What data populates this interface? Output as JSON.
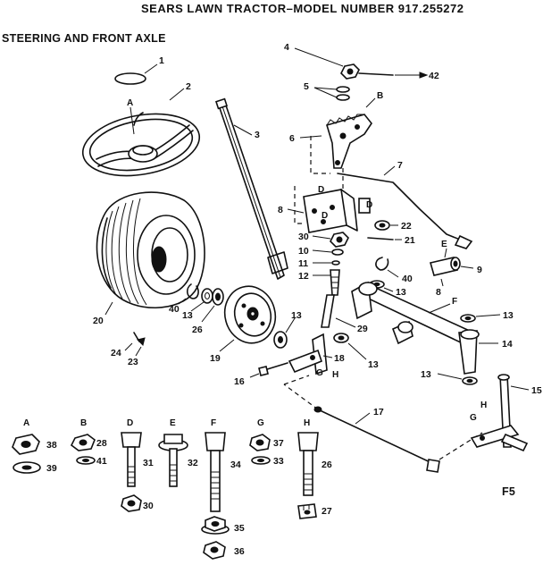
{
  "title": "SEARS LAWN TRACTOR–MODEL NUMBER 917.255272",
  "section": "STEERING AND FRONT AXLE",
  "figure_id": "F5",
  "callouts": {
    "c1": "1",
    "c2": "2",
    "c3": "3",
    "c4": "4",
    "c5": "5",
    "c6": "6",
    "c7": "7",
    "c8": "8",
    "c9": "9",
    "c10": "10",
    "c11": "11",
    "c12": "12",
    "c13a": "13",
    "c13b": "13",
    "c13c": "13",
    "c13d": "13",
    "c13e": "13",
    "c13f": "13",
    "c14": "14",
    "c15": "15",
    "c16": "16",
    "c17": "17",
    "c18": "18",
    "c19": "19",
    "c20": "20",
    "c21": "21",
    "c22": "22",
    "c23": "23",
    "c24": "24",
    "c26": "26",
    "c29": "29",
    "c30": "30",
    "c40a": "40",
    "c40b": "40",
    "c42": "42"
  },
  "letters": {
    "A": "A",
    "B": "B",
    "D1": "D",
    "D2": "D",
    "D3": "D",
    "E": "E",
    "F": "F",
    "G1": "G",
    "H1": "H",
    "G2": "G",
    "H2": "H"
  },
  "hardware_key": [
    {
      "letter": "A",
      "parts": [
        "38",
        "39"
      ]
    },
    {
      "letter": "B",
      "parts": [
        "28",
        "41"
      ]
    },
    {
      "letter": "D",
      "parts": [
        "31",
        "30"
      ]
    },
    {
      "letter": "E",
      "parts": [
        "32"
      ]
    },
    {
      "letter": "F",
      "parts": [
        "34",
        "35",
        "36"
      ]
    },
    {
      "letter": "G",
      "parts": [
        "37",
        "33"
      ]
    },
    {
      "letter": "H",
      "parts": [
        "26",
        "27"
      ]
    }
  ]
}
